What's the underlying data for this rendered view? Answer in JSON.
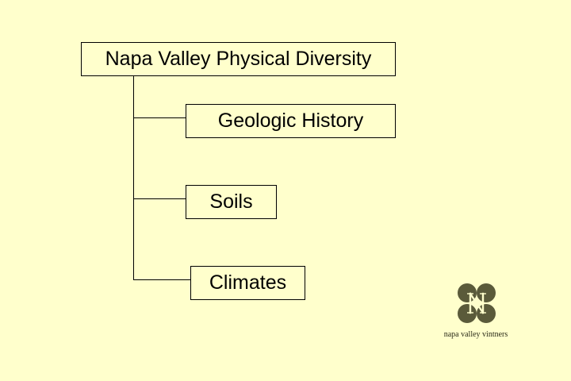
{
  "diagram": {
    "root": "Napa Valley Physical Diversity",
    "children": [
      "Geologic History",
      "Soils",
      "Climates"
    ]
  },
  "logo": {
    "icon": "napa-valley-vintners-logo-icon",
    "text": "napa valley vintners",
    "color": "#5a5a3a"
  },
  "colors": {
    "background": "#ffffcc",
    "line": "#000000"
  }
}
